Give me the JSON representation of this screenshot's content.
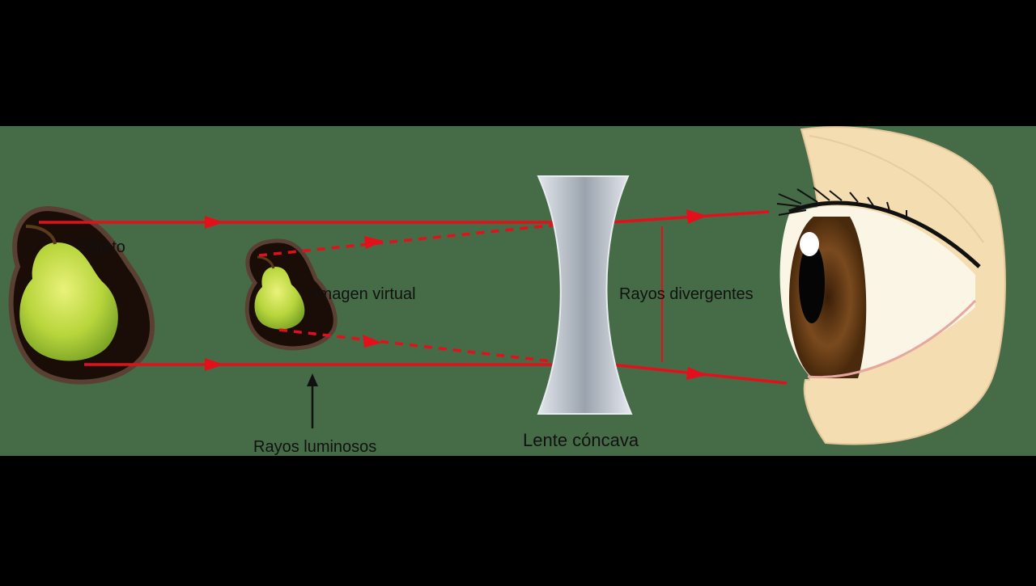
{
  "labels": {
    "object": "Objeto",
    "virtual_image": "Imagen virtual",
    "divergent_rays": "Rayos divergentes",
    "light_rays": "Rayos luminosos",
    "lens": "Lente cóncava"
  },
  "colors": {
    "background": "#000000",
    "panel": "#466c47",
    "ray": "#e3101c",
    "lens": "#c9ced6",
    "skin": "#f4ddb0",
    "iris": "#7a4a1e",
    "pear": "#b8d53c"
  },
  "icons": [
    "pear-object-icon",
    "pear-virtual-image-icon",
    "concave-lens-icon",
    "eye-icon",
    "arrow-up-icon"
  ]
}
